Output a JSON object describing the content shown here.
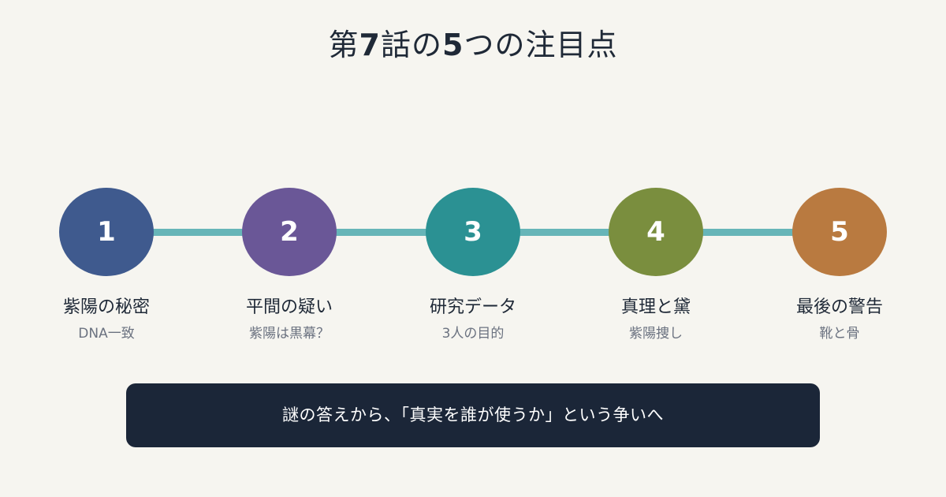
{
  "title": {
    "part1": "第",
    "num1": "7",
    "part2": "話の",
    "num2": "5",
    "part3": "つの注目点"
  },
  "steps": [
    {
      "number": "1",
      "label": "紫陽の秘密",
      "sub": "DNA一致",
      "color": "#3f5a8e"
    },
    {
      "number": "2",
      "label": "平間の疑い",
      "sub": "紫陽は黒幕？",
      "color": "#6a5797"
    },
    {
      "number": "3",
      "label": "研究データ",
      "sub": "3人の目的",
      "color": "#2b9193"
    },
    {
      "number": "4",
      "label": "真理と黛",
      "sub": "紫陽捜し",
      "color": "#7a8e3e"
    },
    {
      "number": "5",
      "label": "最後の警告",
      "sub": "靴と骨",
      "color": "#b97a40"
    }
  ],
  "connector_color": "#67b5b8",
  "conclusion": "謎の答えから、「真実を誰が使うか」という争いへ"
}
